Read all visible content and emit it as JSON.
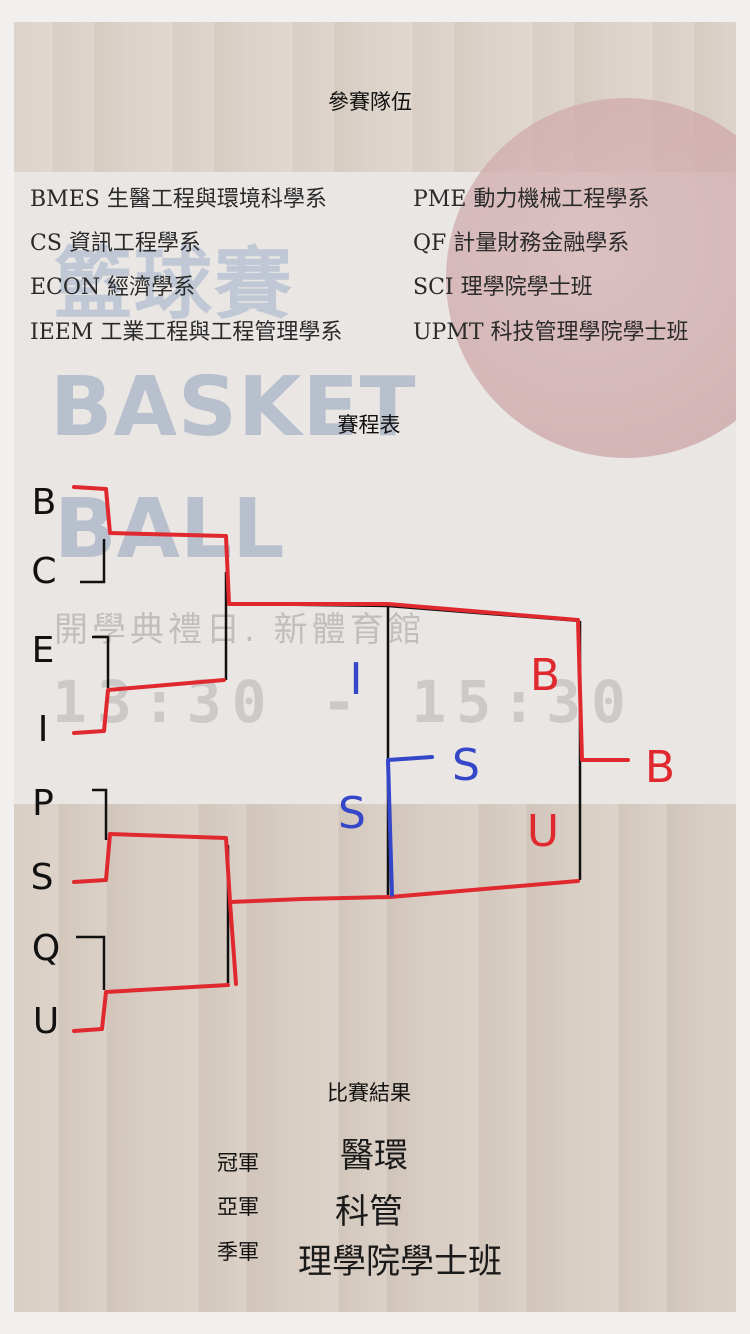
{
  "teams_heading": "參賽隊伍",
  "teams": {
    "left": [
      "BMES 生醫工程與環境科學系",
      "CS 資訊工程學系",
      "ECON 經濟學系",
      "IEEM 工業工程與工程管理學系"
    ],
    "right": [
      "PME 動力機械工程學系",
      "QF 計量財務金融學系",
      "SCI 理學院學士班",
      "UPMT 科技管理學院學士班"
    ]
  },
  "schedule_heading": "賽程表",
  "watermark": {
    "title_cn": "籃球賽",
    "word1": "BASKET",
    "word2": "BALL",
    "venue": "開學典禮日. 新體育館",
    "time": "13:30 - 15:30"
  },
  "seeds": [
    "B",
    "C",
    "E",
    "I",
    "P",
    "S",
    "Q",
    "U"
  ],
  "handwritten": {
    "semi_top_left": "I",
    "semi_top_right": "B",
    "semi_bottom_left_small": "S",
    "semi_bottom_left": "S",
    "semi_bottom_right": "U",
    "champion": "B"
  },
  "colors": {
    "winner_line": "#e0292e",
    "blue_ink": "#3547c8",
    "bracket_line": "#111111"
  },
  "results_heading": "比賽結果",
  "results": [
    {
      "rank": "冠軍",
      "team": "醫環"
    },
    {
      "rank": "亞軍",
      "team": "科管"
    },
    {
      "rank": "季軍",
      "team": "理學院學士班"
    }
  ]
}
